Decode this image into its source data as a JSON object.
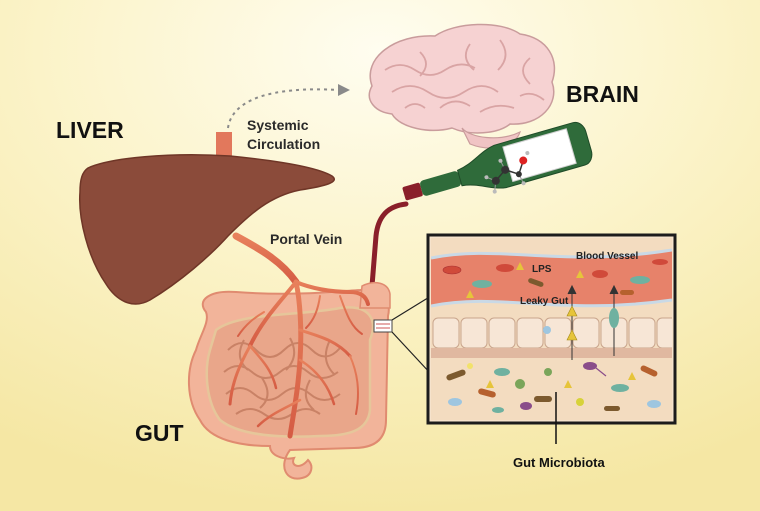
{
  "labels": {
    "liver": "LIVER",
    "brain": "BRAIN",
    "gut": "GUT",
    "systemic_1": "Systemic",
    "systemic_2": "Circulation",
    "portal_vein": "Portal Vein",
    "blood_vessel": "Blood Vessel",
    "lps": "LPS",
    "leaky_gut": "Leaky Gut",
    "gut_microbiota": "Gut Microbiota"
  },
  "icons": {
    "liver": "liver-icon",
    "brain": "brain-icon",
    "gut": "intestine-icon",
    "bottle": "wine-bottle-icon",
    "molecule": "ethanol-molecule-icon"
  },
  "colors": {
    "background": "#f8ecb0",
    "liver": "#8b4a3a",
    "vein": "#d9644a",
    "gut": "#f2b49a",
    "brain": "#f4cfcf",
    "bottle": "#2f6b3a",
    "wine": "#8a1f2a",
    "inset_border": "#1c1c1c"
  }
}
